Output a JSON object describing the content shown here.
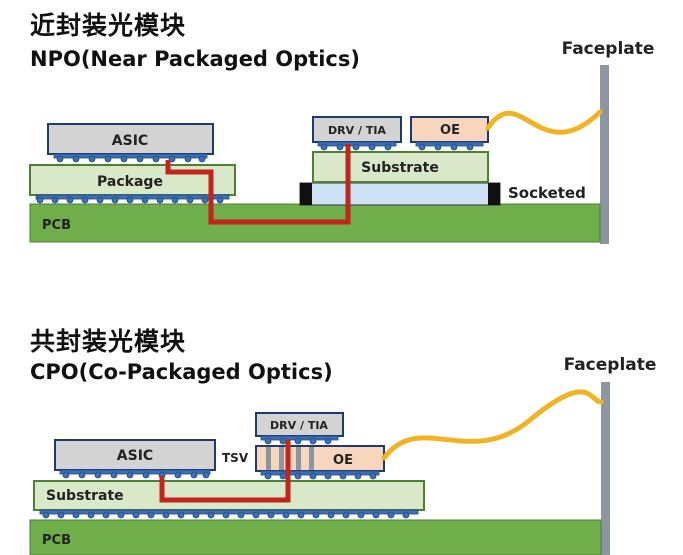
{
  "top": {
    "title_cn": "近封装光模块",
    "title_en": "NPO(Near Packaged Optics)",
    "faceplate": "Faceplate",
    "asic": "ASIC",
    "package": "Package",
    "pcb": "PCB",
    "drv_tia": "DRV / TIA",
    "oe": "OE",
    "substrate": "Substrate",
    "socketed": "Socketed"
  },
  "bottom": {
    "title_cn": "共封装光模块",
    "title_en": "CPO(Co-Packaged Optics)",
    "faceplate": "Faceplate",
    "asic": "ASIC",
    "tsv": "TSV",
    "drv_tia": "DRV / TIA",
    "oe": "OE",
    "substrate": "Substrate",
    "pcb": "PCB"
  },
  "colors": {
    "pcb": "#6fae4a",
    "package": "#d8e8c8",
    "chip": "#d3d3d3",
    "oe": "#f7d6bd",
    "bump": "#3d6fb5",
    "trace": "#c0261c",
    "fiber": "#f0b324",
    "faceplate": "#8c96a2",
    "socket": "#cde3f5"
  }
}
